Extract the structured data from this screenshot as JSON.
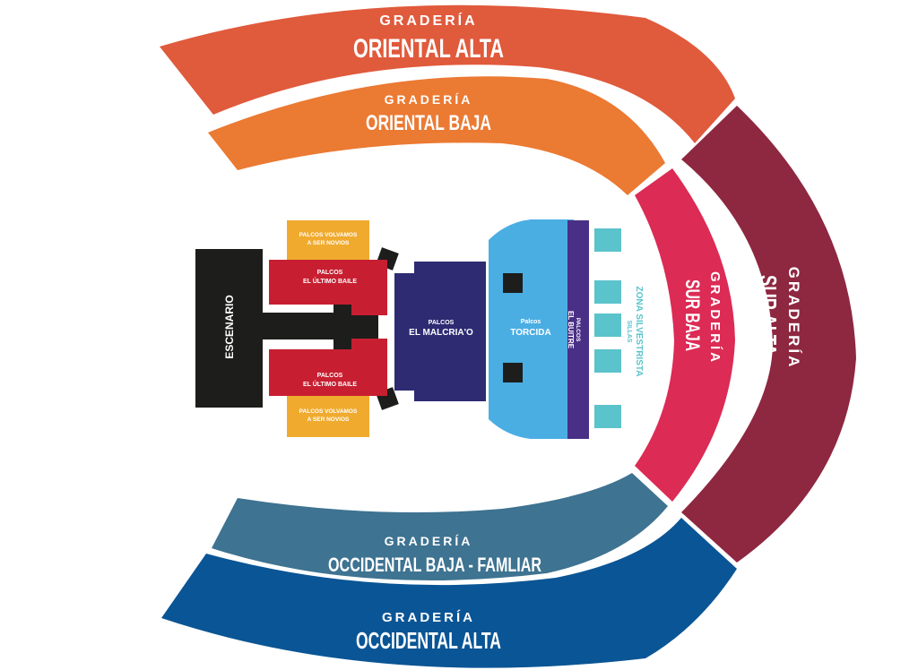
{
  "colors": {
    "oriental_alta": "#e05a3c",
    "oriental_baja": "#eb7a33",
    "sur_alta": "#8e2740",
    "sur_baja": "#dc2b55",
    "occidental_baja": "#3e7391",
    "occidental_alta": "#0a5595",
    "escenario": "#1d1d1b",
    "palcos_volvamos": "#f0ab2f",
    "palcos_ultimo_baile": "#c71f31",
    "palcos_malcriao": "#2e2b72",
    "palcos_torcida": "#4aaee3",
    "palcos_buitre": "#4a2f86",
    "zona_silvestrista": "#5bc3cb"
  },
  "sections": {
    "oriental_alta": {
      "kicker": "GRADERÍA",
      "name": "ORIENTAL ALTA"
    },
    "oriental_baja": {
      "kicker": "GRADERÍA",
      "name": "ORIENTAL BAJA"
    },
    "sur_alta": {
      "kicker": "GRADERÍA",
      "name": "SUR ALTA"
    },
    "sur_baja": {
      "kicker": "GRADERÍA",
      "name": "SUR BAJA"
    },
    "occidental_baja": {
      "kicker": "GRADERÍA",
      "name": "OCCIDENTAL BAJA - FAMLIAR"
    },
    "occidental_alta": {
      "kicker": "GRADERÍA",
      "name": "OCCIDENTAL ALTA"
    }
  },
  "floor": {
    "escenario": "ESCENARIO",
    "volvamos_line1": "PALCOS VOLVAMOS",
    "volvamos_line2": "A SER NOVIOS",
    "ultimo_line1": "PALCOS",
    "ultimo_line2": "EL ÚLTIMO BAILE",
    "malcriao_line1": "PALCOS",
    "malcriao_line2": "EL MALCRIA'O",
    "torcida_line1": "Palcos",
    "torcida_line2": "TORCIDA",
    "buitre_line1": "PALCOS",
    "buitre_line2": "EL BUITRE",
    "silvestrista_line1": "ZONA SILVESTRISTA",
    "silvestrista_line2": "SILLAS"
  }
}
